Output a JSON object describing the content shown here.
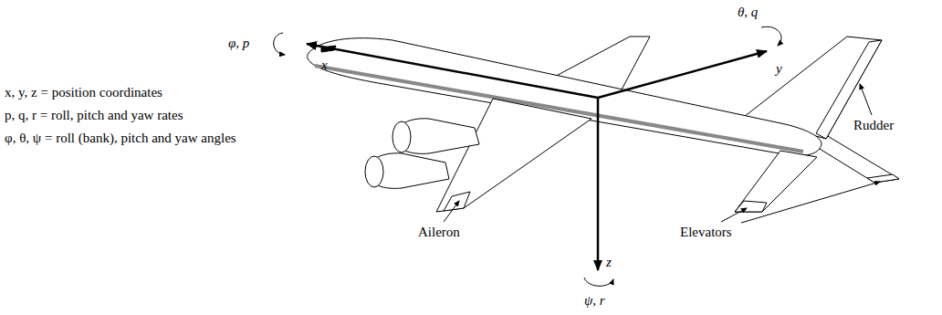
{
  "diagram": {
    "labels": [
      "x, y, z = position coordinates",
      "p, q, r = roll, pitch and yaw rates",
      "φ, θ, ψ = roll (bank), pitch and yaw angles",
      "φ, p",
      "x",
      "θ, q",
      "y",
      "z",
      "ψ, r",
      "Rudder",
      "Aileron",
      "Elevators"
    ]
  }
}
